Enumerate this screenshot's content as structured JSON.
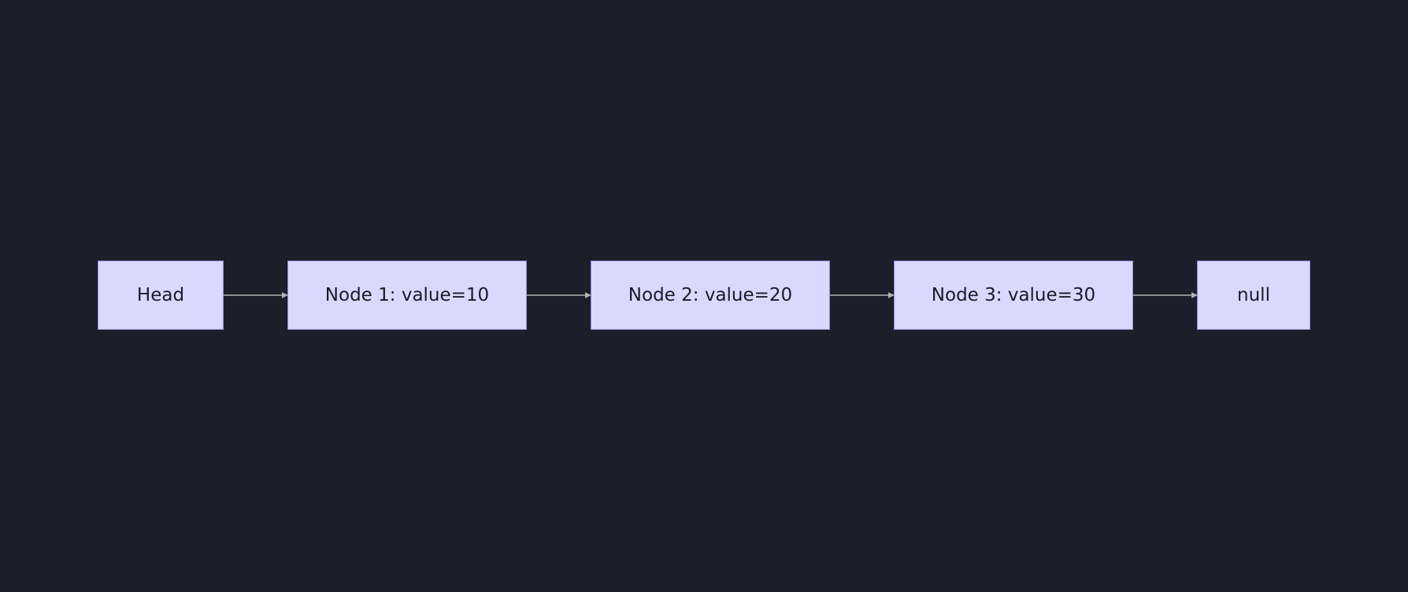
{
  "diagram": {
    "type": "linked-list-flowchart",
    "nodes": [
      {
        "id": "head",
        "label": "Head"
      },
      {
        "id": "node1",
        "label": "Node 1: value=10"
      },
      {
        "id": "node2",
        "label": "Node 2: value=20"
      },
      {
        "id": "node3",
        "label": "Node 3: value=30"
      },
      {
        "id": "null",
        "label": "null"
      }
    ],
    "edges": [
      {
        "from": "head",
        "to": "node1"
      },
      {
        "from": "node1",
        "to": "node2"
      },
      {
        "from": "node2",
        "to": "node3"
      },
      {
        "from": "node3",
        "to": "null"
      }
    ],
    "colors": {
      "background": "#1c1e29",
      "node_fill": "#dad8fd",
      "node_border": "#9489de",
      "node_text": "#1a1a2b",
      "edge": "#b3b3b3"
    }
  }
}
